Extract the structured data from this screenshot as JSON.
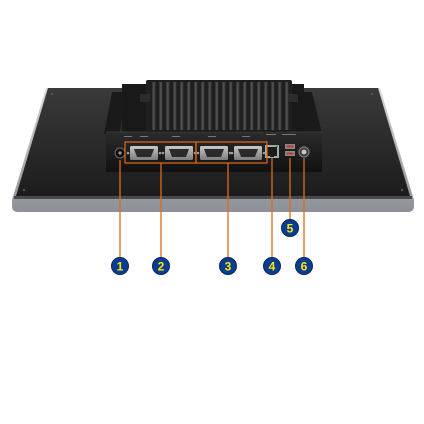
{
  "callouts": [
    {
      "number": "1",
      "color": "#0a3d91"
    },
    {
      "number": "2",
      "color": "#0a3d91"
    },
    {
      "number": "3",
      "color": "#0a3d91"
    },
    {
      "number": "4",
      "color": "#0a3d91"
    },
    {
      "number": "5",
      "color": "#0a3d91"
    },
    {
      "number": "6",
      "color": "#0a3d91"
    }
  ],
  "colors": {
    "leader_line": "#e0691b",
    "highlight_box": "#e0691b",
    "panel_back": "#2a2a2a",
    "frame_silver": "#b9bcc0",
    "chassis": "#1e1e1e",
    "callout_fill": "#0a3d91",
    "callout_text": "#ffe600"
  },
  "icons": {
    "dc_in": "dc-power-jack-icon",
    "com_ports": "db9-serial-port-icon",
    "lan": "rj45-lan-port-icon",
    "usb": "usb-port-icon",
    "power_button": "power-button-icon"
  }
}
